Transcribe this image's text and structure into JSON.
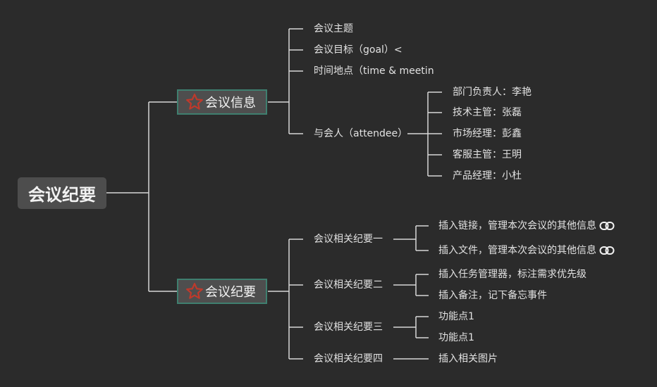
{
  "root": "会议纪要",
  "branches": [
    {
      "label": "会议信息",
      "children": [
        {
          "label": "会议主题"
        },
        {
          "label": "会议目标（goal）<"
        },
        {
          "label": "时间地点（time & meetin"
        },
        {
          "label": "与会人（attendee）",
          "children": [
            "部门负责人：李艳",
            "技术主管：张磊",
            "市场经理：彭鑫",
            "客服主管：王明",
            "产品经理：小杜"
          ]
        }
      ]
    },
    {
      "label": "会议纪要",
      "children": [
        {
          "label": "会议相关纪要一",
          "children": [
            "插入链接，管理本次会议的其他信息",
            "插入文件，管理本次会议的其他信息"
          ]
        },
        {
          "label": "会议相关纪要二",
          "children": [
            "插入任务管理器，标注需求优先级",
            "插入备注，记下备忘事件"
          ]
        },
        {
          "label": "会议相关纪要三",
          "children": [
            "功能点1",
            "功能点1"
          ]
        },
        {
          "label": "会议相关纪要四",
          "children": [
            "插入相关图片"
          ]
        }
      ]
    }
  ],
  "colors": {
    "background": "#2b2b2b",
    "line": "#d8d8d8",
    "text": "#e2e2e2",
    "branch_border": "#3f7f6f",
    "star": "#c0392b"
  },
  "icons": {
    "branch_icon": "star-outline-icon",
    "link_icon": "link-icon"
  }
}
